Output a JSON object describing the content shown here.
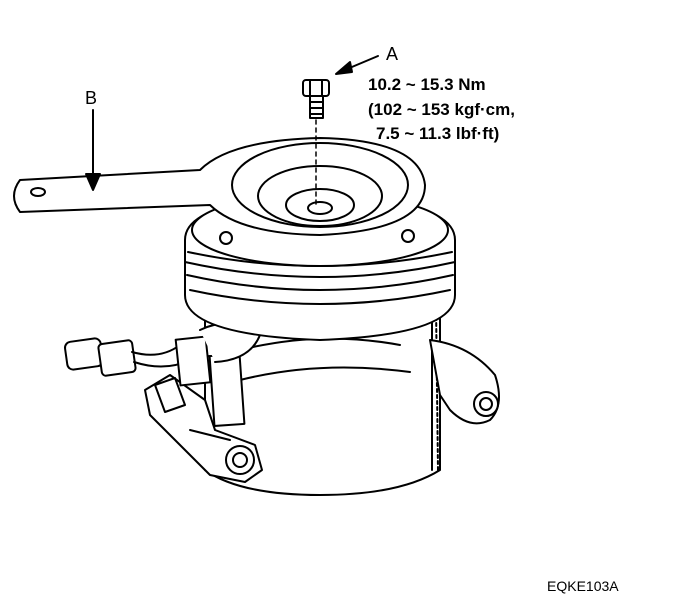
{
  "callouts": {
    "a": "A",
    "b": "B"
  },
  "torque": {
    "line1": "10.2 ~ 15.3 Nm",
    "line2": "(102 ~ 153 kgf·cm,",
    "line3": "7.5 ~ 11.3 lbf·ft)"
  },
  "figure_code": "EQKE103A",
  "colors": {
    "ink": "#000000",
    "paper": "#ffffff"
  }
}
